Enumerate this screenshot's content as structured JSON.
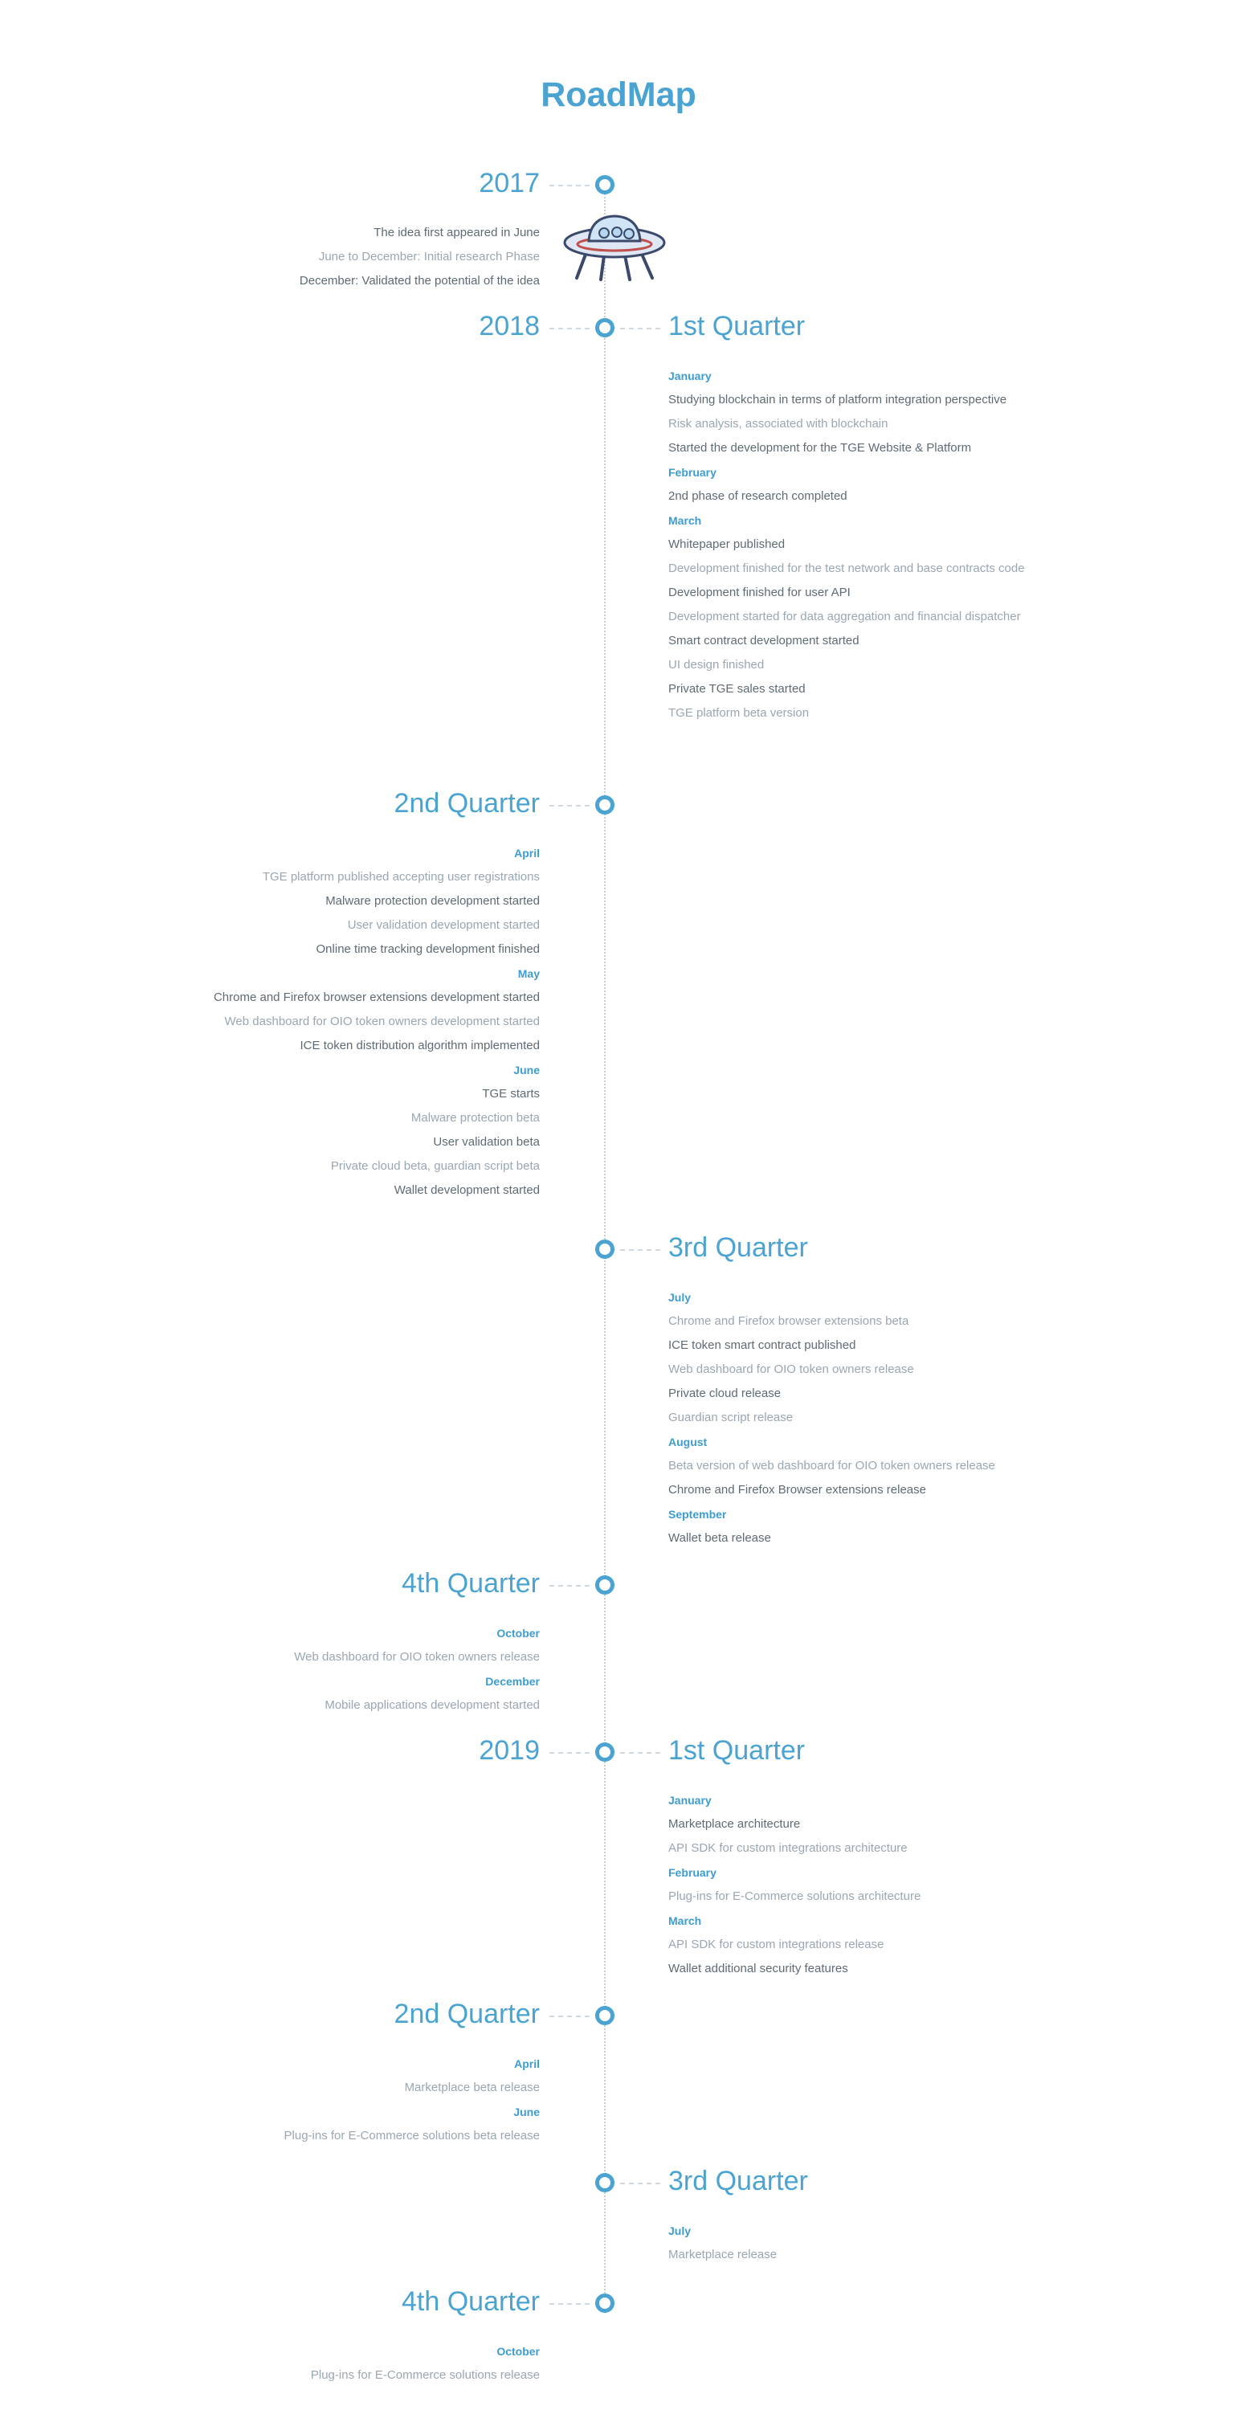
{
  "page_title": "RoadMap",
  "sections": [
    {
      "id": "y2017",
      "side": "left",
      "heading": "2017",
      "items": [
        {
          "text": "The idea first appeared in June",
          "type": "dark"
        },
        {
          "text": "June to December: Initial research Phase",
          "type": "light"
        },
        {
          "text": "December: Validated the potential of the idea",
          "type": "dark"
        }
      ]
    },
    {
      "id": "y2018-q1",
      "side": "right",
      "year": "2018",
      "heading": "1st Quarter",
      "items": [
        {
          "text": "January",
          "type": "month"
        },
        {
          "text": "Studying blockchain in terms of platform integration perspective",
          "type": "dark"
        },
        {
          "text": "Risk analysis, associated with blockchain",
          "type": "light"
        },
        {
          "text": "Started the development for the TGE Website & Platform",
          "type": "dark"
        },
        {
          "text": "February",
          "type": "month"
        },
        {
          "text": "2nd phase of research completed",
          "type": "dark"
        },
        {
          "text": "March",
          "type": "month"
        },
        {
          "text": "Whitepaper published",
          "type": "dark"
        },
        {
          "text": "Development finished for the test network and base contracts code",
          "type": "light"
        },
        {
          "text": "Development finished for user API",
          "type": "dark"
        },
        {
          "text": "Development started for data aggregation and financial dispatcher",
          "type": "light"
        },
        {
          "text": "Smart contract development started",
          "type": "dark"
        },
        {
          "text": "UI design finished",
          "type": "light"
        },
        {
          "text": "Private TGE sales started",
          "type": "dark"
        },
        {
          "text": "TGE platform beta version",
          "type": "light"
        }
      ]
    },
    {
      "id": "y2018-q2",
      "side": "left",
      "heading": "2nd Quarter",
      "items": [
        {
          "text": "April",
          "type": "month"
        },
        {
          "text": "TGE platform published accepting user registrations",
          "type": "light"
        },
        {
          "text": "Malware protection development started",
          "type": "dark"
        },
        {
          "text": "User validation development started",
          "type": "light"
        },
        {
          "text": "Online time tracking development finished",
          "type": "dark"
        },
        {
          "text": "May",
          "type": "month"
        },
        {
          "text": "Chrome and Firefox browser extensions development started",
          "type": "dark"
        },
        {
          "text": "Web dashboard for OIO token owners development started",
          "type": "light"
        },
        {
          "text": "ICE token distribution algorithm implemented",
          "type": "dark"
        },
        {
          "text": "June",
          "type": "month"
        },
        {
          "text": "TGE starts",
          "type": "dark"
        },
        {
          "text": "Malware protection beta",
          "type": "light"
        },
        {
          "text": "User validation beta",
          "type": "dark"
        },
        {
          "text": "Private cloud beta, guardian script beta",
          "type": "light"
        },
        {
          "text": "Wallet development started",
          "type": "dark"
        }
      ]
    },
    {
      "id": "y2018-q3",
      "side": "right",
      "heading": "3rd Quarter",
      "items": [
        {
          "text": "July",
          "type": "month"
        },
        {
          "text": "Chrome and Firefox browser extensions beta",
          "type": "light"
        },
        {
          "text": "ICE token smart contract published",
          "type": "dark"
        },
        {
          "text": "Web dashboard for OIO token owners release",
          "type": "light"
        },
        {
          "text": "Private cloud release",
          "type": "dark"
        },
        {
          "text": "Guardian script release",
          "type": "light"
        },
        {
          "text": "August",
          "type": "month"
        },
        {
          "text": "Beta version of web dashboard for OIO token owners release",
          "type": "light"
        },
        {
          "text": "Chrome and Firefox Browser extensions release",
          "type": "dark"
        },
        {
          "text": "September",
          "type": "month"
        },
        {
          "text": "Wallet beta release",
          "type": "dark"
        }
      ]
    },
    {
      "id": "y2018-q4",
      "side": "left",
      "heading": "4th Quarter",
      "items": [
        {
          "text": "October",
          "type": "month"
        },
        {
          "text": "Web dashboard for OIO token owners release",
          "type": "light"
        },
        {
          "text": "December",
          "type": "month"
        },
        {
          "text": "Mobile applications development started",
          "type": "light"
        }
      ]
    },
    {
      "id": "y2019-q1",
      "side": "right",
      "year": "2019",
      "heading": "1st Quarter",
      "items": [
        {
          "text": "January",
          "type": "month"
        },
        {
          "text": "Marketplace architecture",
          "type": "dark"
        },
        {
          "text": "API SDK for custom integrations architecture",
          "type": "light"
        },
        {
          "text": "February",
          "type": "month"
        },
        {
          "text": "Plug-ins for E-Commerce solutions architecture",
          "type": "light"
        },
        {
          "text": "March",
          "type": "month"
        },
        {
          "text": "API SDK for custom integrations release",
          "type": "light"
        },
        {
          "text": "Wallet additional security features",
          "type": "dark"
        }
      ]
    },
    {
      "id": "y2019-q2",
      "side": "left",
      "heading": "2nd Quarter",
      "items": [
        {
          "text": "April",
          "type": "month"
        },
        {
          "text": "Marketplace beta release",
          "type": "light"
        },
        {
          "text": "June",
          "type": "month"
        },
        {
          "text": "Plug-ins for E-Commerce solutions beta release",
          "type": "light"
        }
      ]
    },
    {
      "id": "y2019-q3",
      "side": "right",
      "heading": "3rd Quarter",
      "items": [
        {
          "text": "July",
          "type": "month"
        },
        {
          "text": "Marketplace release",
          "type": "light"
        }
      ]
    },
    {
      "id": "y2019-q4",
      "side": "left",
      "heading": "4th Quarter",
      "items": [
        {
          "text": "October",
          "type": "month"
        },
        {
          "text": "Plug-ins for E-Commerce solutions release",
          "type": "light"
        }
      ]
    }
  ]
}
